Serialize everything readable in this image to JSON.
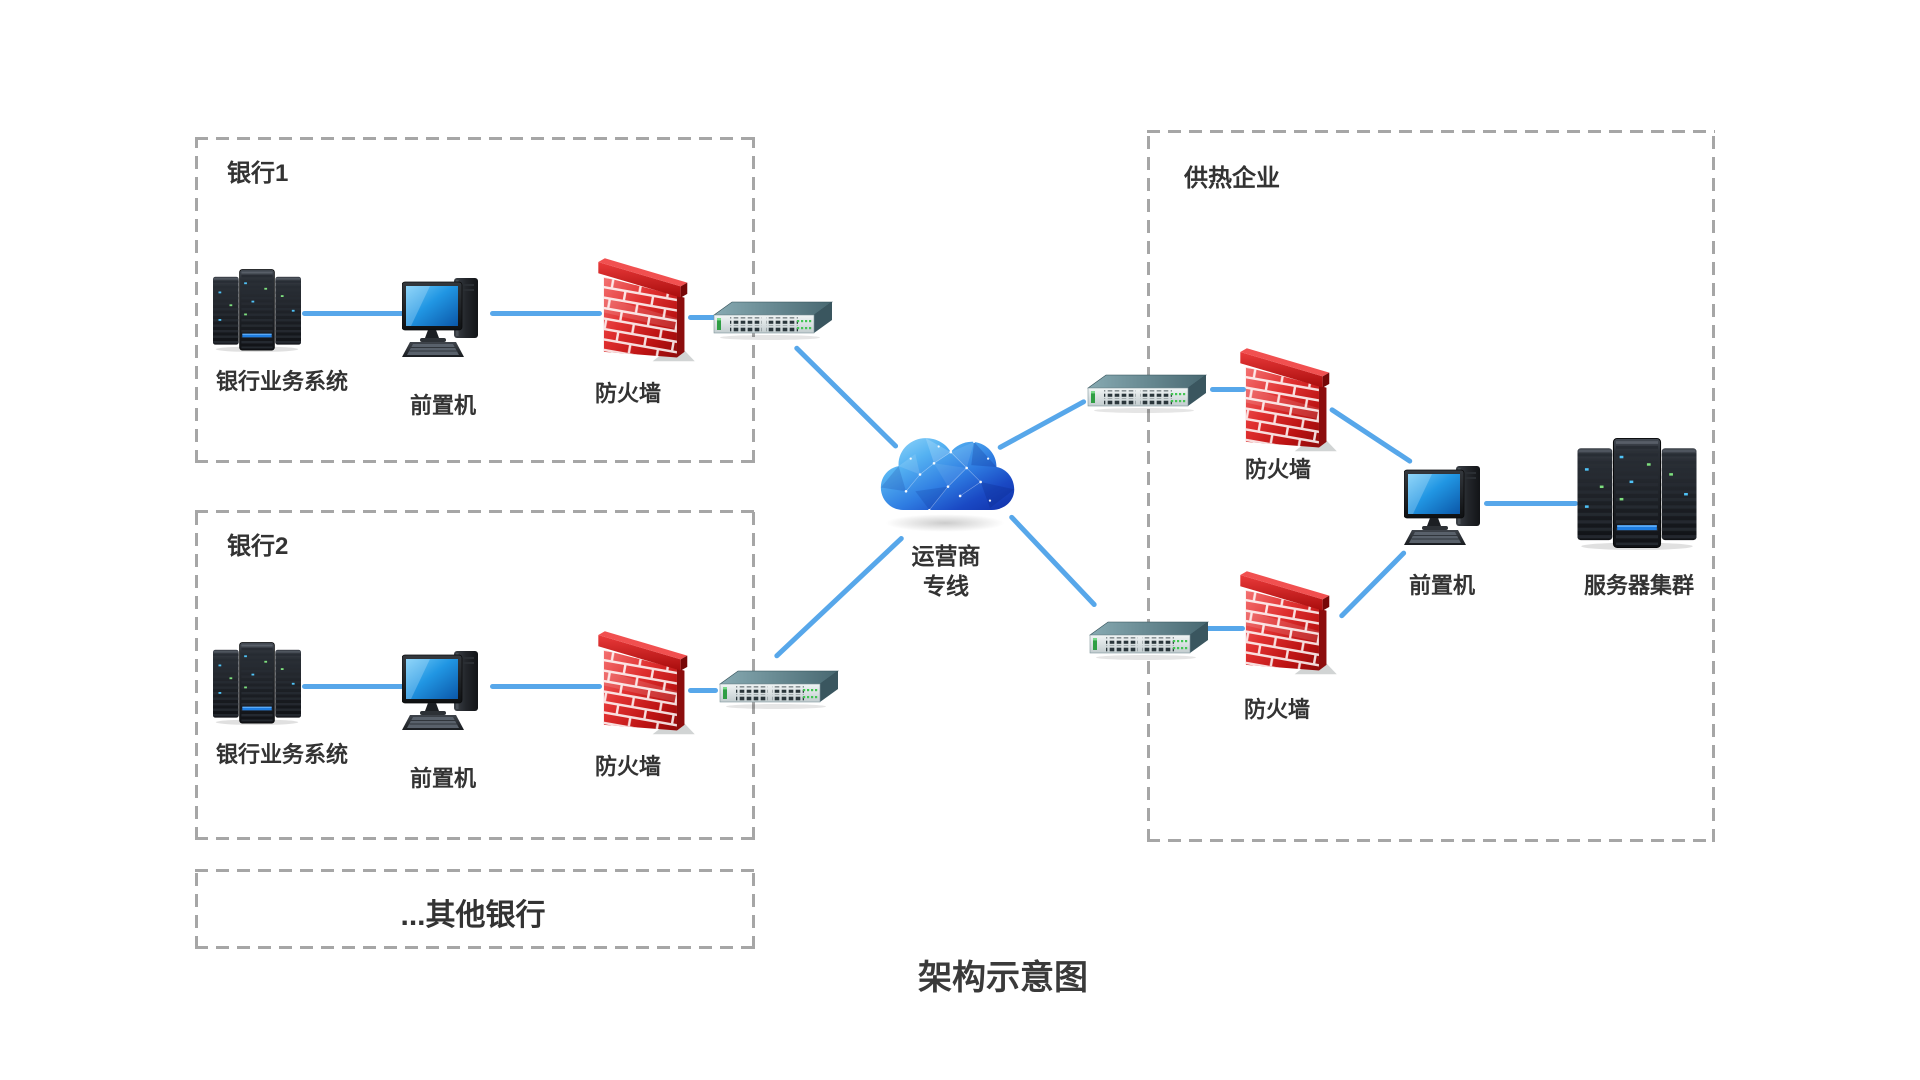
{
  "diagram_title": "架构示意图",
  "boxes": {
    "bank1": {
      "label": "银行1"
    },
    "bank2": {
      "label": "银行2"
    },
    "other_banks": {
      "label": "...其他银行"
    },
    "enterprise": {
      "label": "供热企业"
    }
  },
  "bank1": {
    "server": "银行业务系统",
    "frontend": "前置机",
    "firewall": "防火墙"
  },
  "bank2": {
    "server": "银行业务系统",
    "frontend": "前置机",
    "firewall": "防火墙"
  },
  "cloud": {
    "line1": "运营商",
    "line2": "专线"
  },
  "enterprise": {
    "firewall_top": "防火墙",
    "firewall_bottom": "防火墙",
    "frontend": "前置机",
    "server_cluster": "服务器集群"
  },
  "colors": {
    "link_blue": "#57a7ea",
    "box_border": "#a6a6a6",
    "text": "#333333",
    "firewall_red": "#c41414",
    "cloud_blue": "#2f7de2",
    "switch_teal": "#5b7f89"
  },
  "icons": {
    "server-rack-icon": "three dark server towers",
    "desktop-pc-icon": "monitor with tower and keyboard",
    "firewall-icon": "red brick wall with cap",
    "network-switch-icon": "3d rack switch with ports",
    "cloud-icon": "low-poly blue cloud",
    "server-cluster-icon": "three large dark server towers"
  }
}
